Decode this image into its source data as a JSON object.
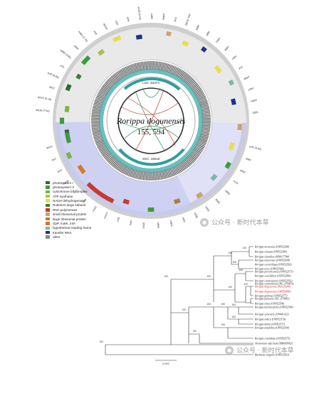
{
  "map": {
    "species": "Rorippa dogunensis",
    "length": "155, 594",
    "regions": {
      "lsc": "LSC: 84374",
      "ssc": "SSC: 18618"
    },
    "gene_labels_top": [
      "rps16 (7.50)",
      "rps12 (0.16)",
      "rpl22",
      "ycf2 (0.64)",
      "ycf1",
      "ndhB (3.85)",
      "psbA",
      "matK (2.75)",
      "trnK",
      "rps19",
      "rpl2",
      "trnH",
      "accD (0.76)",
      "petN",
      "psbM",
      "trnD",
      "rbcL (3.58)",
      "atpB",
      "atpE",
      "ndhC",
      "ndhK",
      "ndhJ",
      "trnF",
      "psbB",
      "psbT",
      "psbN",
      "rpl20"
    ],
    "gene_labels_bottom": [
      "ycf1 (0.40)",
      "ndhF",
      "rpl32",
      "ccsA",
      "ndhD",
      "psaC",
      "ndhE",
      "ndhG",
      "ndhI",
      "ndhA",
      "ndhH",
      "rps15",
      "trnN",
      "rrn5",
      "rrn4.5",
      "rrn23",
      "trnA",
      "trnI",
      "rrn16",
      "trnV",
      "rps7",
      "rps12"
    ],
    "legend": [
      {
        "label": "photosystem I",
        "color": "#2b6b2b"
      },
      {
        "label": "photosystem II",
        "color": "#3f9a3c"
      },
      {
        "label": "cytochrome b/f complex",
        "color": "#7fb241"
      },
      {
        "label": "ATP synthase",
        "color": "#a9c24a"
      },
      {
        "label": "NADH dehydrogenase",
        "color": "#e6df52"
      },
      {
        "label": "RubisCO large subunit",
        "color": "#3c7f3b"
      },
      {
        "label": "RNA polymerase",
        "color": "#c73a2e"
      },
      {
        "label": "small ribosomal protein",
        "color": "#c9a56b"
      },
      {
        "label": "large ribosomal protein",
        "color": "#a8813f"
      },
      {
        "label": "clpP, matK, infA",
        "color": "#d8782f"
      },
      {
        "label": "hypothetical reading frame",
        "color": "#7ab8a4"
      },
      {
        "label": "transfer RNA",
        "color": "#20328a"
      },
      {
        "label": "other",
        "color": "#8a8a8a"
      }
    ]
  },
  "tree": {
    "taxa": [
      "Rorippa mexicana (ON952568)",
      "Rorippa sinuata (ON952589)",
      "Rorippa islandica (MN417784)",
      "Rorippa amurensis (ON952608)",
      "Rorippa curvisiliqua (ON952582)",
      "Rorippa teres (ON952566)",
      "Rorippa portoricensis (ON952573)",
      "Rorippa sessiliflora (ON952580)",
      "Rorippa cantoniensis (ON952592)",
      "Rorippa cantoniensis (NC_070453)",
      "Rorippa dogunensis (PQ129249)",
      "Rorippa dogunensis (OR992408)",
      "Rorippa globosa (ON952577)",
      "Rorippa palustris (NC_070482)",
      "Rorippa elata (ON952598)",
      "Rorippa barbareifolia (ON952596)",
      "Rorippa sylvestris (ON441023)",
      "Rorippa indica (ON952570)",
      "Rorippa dubia (ON952571)",
      "Rorippa amphibia (ON952594)",
      "Rorippa columbiae (ON952575)",
      "Nasturtium officinale (MK609962)",
      "Barbarea vulgaris (ON952563)"
    ],
    "bootstrap": [
      "100",
      "100",
      "100",
      "100",
      "100",
      "100",
      "100",
      "100",
      "100",
      "100",
      "100",
      "100",
      "100",
      "100",
      "100",
      "100"
    ],
    "scale": "0.001"
  },
  "watermark": {
    "text": "公众号 · 新时代本草",
    "icon": "wechat-icon"
  }
}
